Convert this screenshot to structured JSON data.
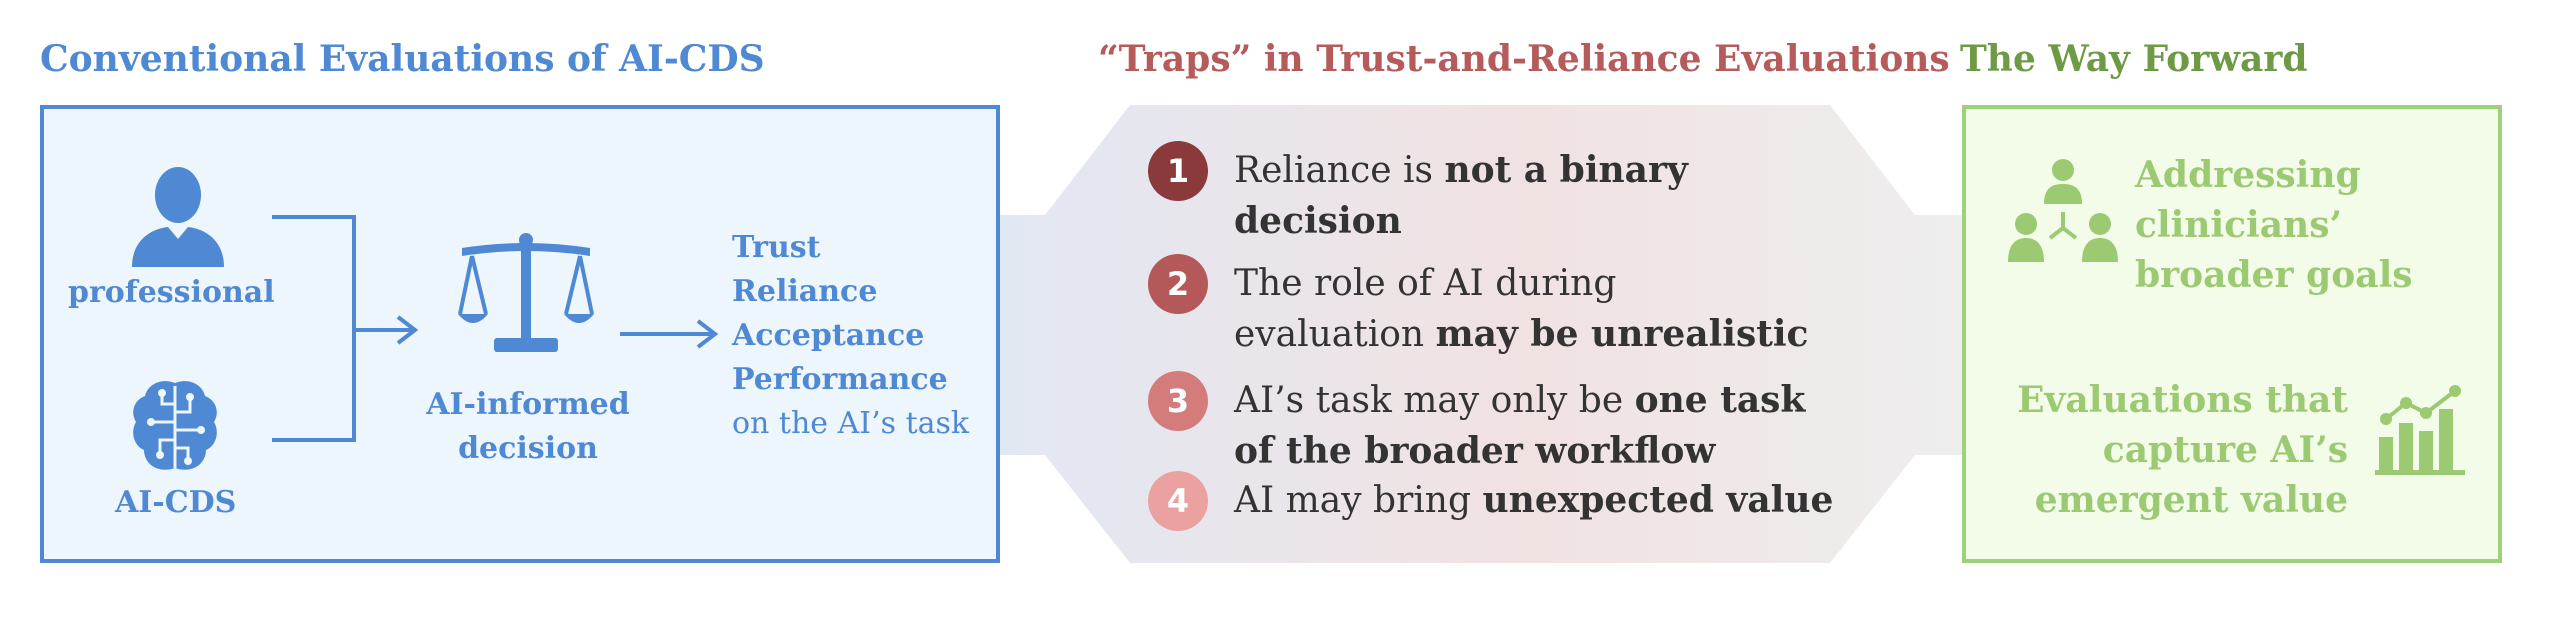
{
  "titles": {
    "left": "Conventional Evaluations of AI-CDS",
    "middle": "“Traps” in Trust-and-Reliance Evaluations",
    "right": "The Way Forward"
  },
  "conventional": {
    "professional_label": "professional",
    "aicds_label": "AI-CDS",
    "decision_label_line1": "AI-informed",
    "decision_label_line2": "decision",
    "outcomes": [
      "Trust",
      "Reliance",
      "Acceptance",
      "Performance"
    ],
    "outcomes_suffix": "on the AI’s task"
  },
  "traps": [
    {
      "number": "1",
      "color": "#8b3a3c",
      "line1_a": "Reliance is ",
      "line1_b": "not a binary",
      "line2_a": "",
      "line2_b": "decision"
    },
    {
      "number": "2",
      "color": "#b5585a",
      "line1_a": "The role of AI during",
      "line1_b": "",
      "line2_a": "evaluation ",
      "line2_b": "may be unrealistic"
    },
    {
      "number": "3",
      "color": "#d47c7c",
      "line1_a": "AI’s task may only be ",
      "line1_b": "one task",
      "line2_a": "",
      "line2_b": "of the broader workflow"
    },
    {
      "number": "4",
      "color": "#eba1a0",
      "line1_a": "AI may bring ",
      "line1_b": "unexpected value",
      "line2_a": "",
      "line2_b": ""
    }
  ],
  "way_forward": {
    "goals_lines": [
      "Addressing",
      "clinicians’",
      "broader goals"
    ],
    "value_lines": [
      "Evaluations that",
      "capture AI’s",
      "emergent value"
    ]
  },
  "colors": {
    "blue": "#4f88d3",
    "red_title": "#b55b5c",
    "green_title": "#6e9a45",
    "green_icon": "#9cca72"
  }
}
